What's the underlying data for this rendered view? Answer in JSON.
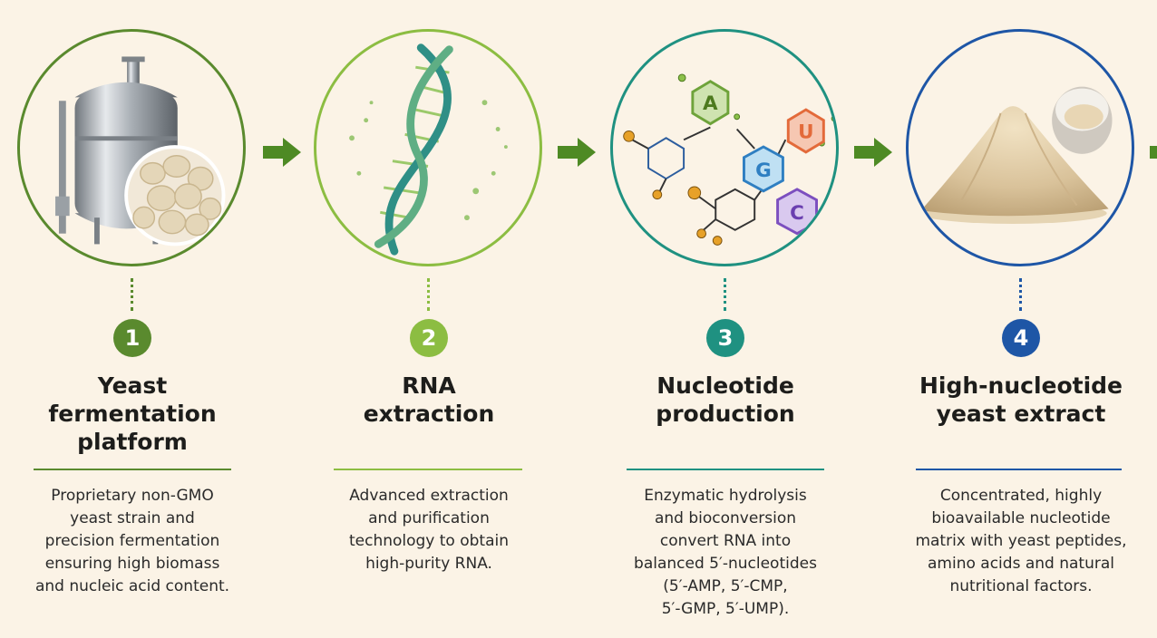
{
  "steps": [
    {
      "number": "1",
      "title_lines": [
        "Yeast",
        "fermentation",
        "platform"
      ],
      "desc_lines": [
        "Proprietary non-GMO",
        "yeast strain and",
        "precision fermentation",
        "ensuring high biomass",
        "and nucleic acid content."
      ],
      "color": "#5a8a2e",
      "icon": "fermentation-tank-icon"
    },
    {
      "number": "2",
      "title_lines": [
        "RNA",
        "extraction"
      ],
      "desc_lines": [
        "Advanced extraction",
        "and purification",
        "technology to obtain",
        "high-purity RNA."
      ],
      "color": "#8cbd42",
      "icon": "rna-helix-icon"
    },
    {
      "number": "3",
      "title_lines": [
        "Nucleotide",
        "production"
      ],
      "desc_lines": [
        "Enzymatic hydrolysis",
        "and bioconversion",
        "convert RNA into",
        "balanced 5′-nucleotides",
        "(5′-AMP, 5′-CMP,",
        "5′-GMP, 5′-UMP)."
      ],
      "color": "#1f9181",
      "icon": "nucleotide-molecules-icon",
      "molecule_labels": [
        "A",
        "U",
        "G",
        "C"
      ]
    },
    {
      "number": "4",
      "title_lines": [
        "High-nucleotide",
        "yeast extract"
      ],
      "desc_lines": [
        "Concentrated, highly",
        "bioavailable nucleotide",
        "matrix with yeast peptides,",
        "amino acids and natural",
        "nutritional factors."
      ],
      "color": "#1e56a6",
      "icon": "powder-pile-icon"
    }
  ],
  "arrow_color": "#4e8a24"
}
